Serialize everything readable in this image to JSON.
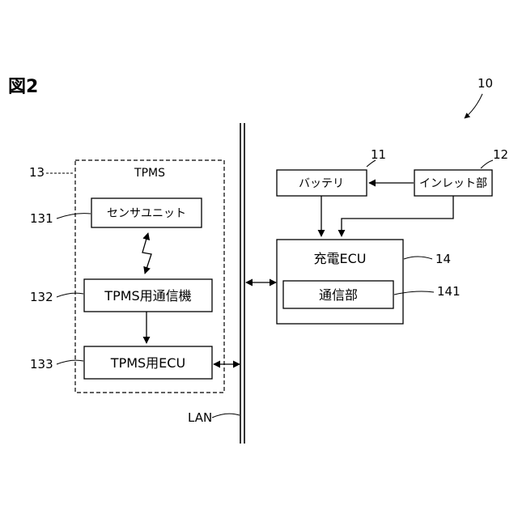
{
  "figure": {
    "title": "図2",
    "system_ref": "10"
  },
  "tpms_group": {
    "ref": "13",
    "title": "TPMS",
    "sensor_unit": {
      "ref": "131",
      "label": "センサユニット"
    },
    "communicator": {
      "ref": "132",
      "label": "TPMS用通信機"
    },
    "ecu": {
      "ref": "133",
      "label": "TPMS用ECU"
    }
  },
  "lan": {
    "label": "LAN"
  },
  "battery": {
    "ref": "11",
    "label": "バッテリ"
  },
  "inlet": {
    "ref": "12",
    "label": "インレット部"
  },
  "charging_ecu": {
    "ref": "14",
    "label": "充電ECU",
    "comm": {
      "ref": "141",
      "label": "通信部"
    }
  }
}
